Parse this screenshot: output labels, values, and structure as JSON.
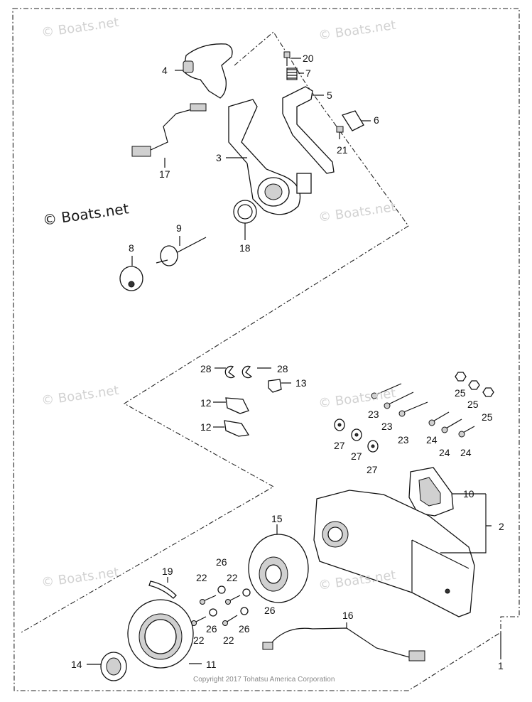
{
  "watermarks": [
    "© Boats.net",
    "© Boats.net",
    "© Boats.net",
    "© Boats.net",
    "© Boats.net",
    "© Boats.net",
    "© Boats.net"
  ],
  "watermark_main": "© Boats.net",
  "copyright": "Copyright 2017 Tohatsu America Corporation",
  "callouts": {
    "c1": "1",
    "c2": "2",
    "c3": "3",
    "c4": "4",
    "c5": "5",
    "c6": "6",
    "c7": "7",
    "c8": "8",
    "c9": "9",
    "c10": "10",
    "c11": "11",
    "c12a": "12",
    "c12b": "12",
    "c13": "13",
    "c14": "14",
    "c15": "15",
    "c16": "16",
    "c17": "17",
    "c18": "18",
    "c19": "19",
    "c20": "20",
    "c21": "21",
    "c22a": "22",
    "c22b": "22",
    "c22c": "22",
    "c22d": "22",
    "c23a": "23",
    "c23b": "23",
    "c23c": "23",
    "c24a": "24",
    "c24b": "24",
    "c24c": "24",
    "c25a": "25",
    "c25b": "25",
    "c25c": "25",
    "c26a": "26",
    "c26b": "26",
    "c26c": "26",
    "c26d": "26",
    "c27a": "27",
    "c27b": "27",
    "c27c": "27",
    "c28a": "28",
    "c28b": "28"
  }
}
